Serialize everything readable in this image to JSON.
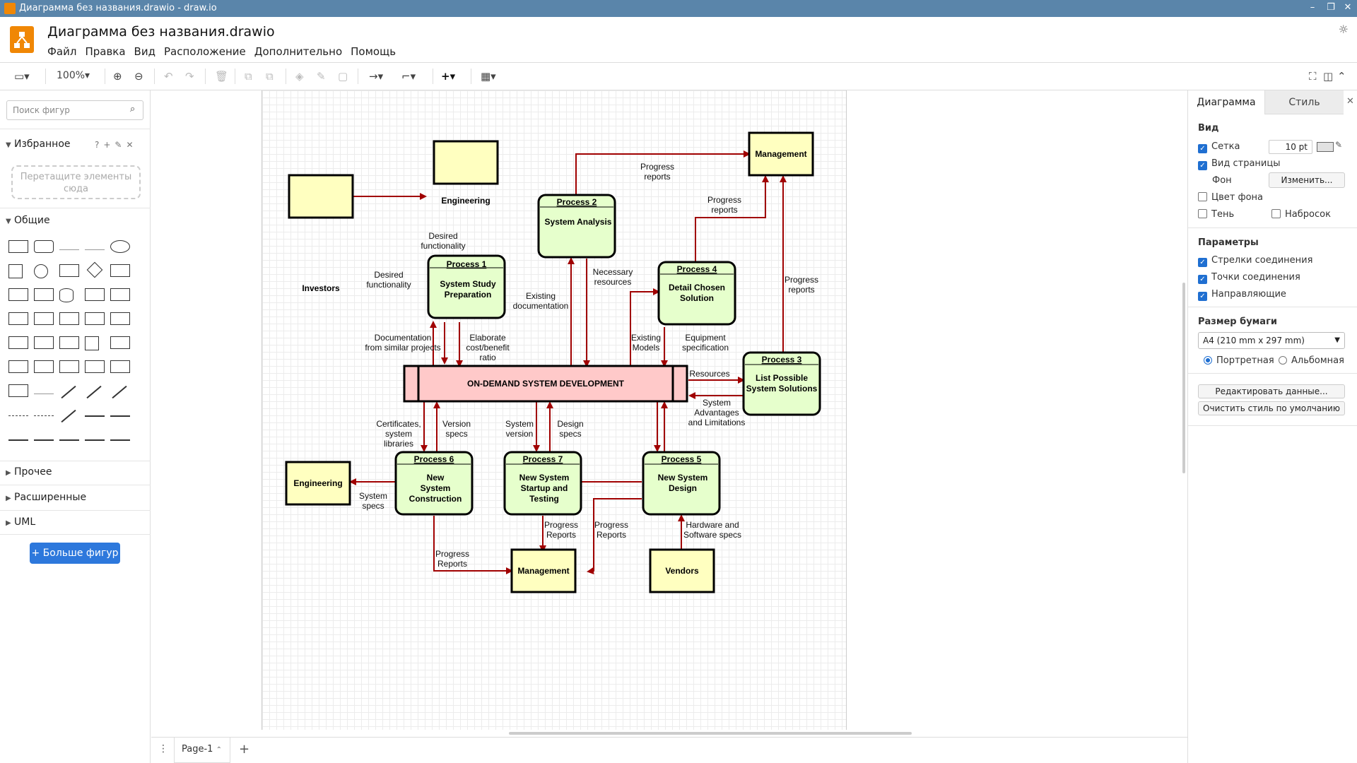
{
  "window": {
    "title": "Диаграмма без названия.drawio - draw.io"
  },
  "header": {
    "doc_title": "Диаграмма без названия.drawio"
  },
  "menu": [
    "Файл",
    "Правка",
    "Вид",
    "Расположение",
    "Дополнительно",
    "Помощь"
  ],
  "toolbar": {
    "zoom": "100%"
  },
  "left_panel": {
    "search_placeholder": "Поиск фигур",
    "favorites": "Избранное",
    "favorites_drop": "Перетащите элементы сюда",
    "general": "Общие",
    "other": "Прочее",
    "advanced": "Расширенные",
    "uml": "UML",
    "more_shapes": "+ Больше фигур"
  },
  "page_tab": "Page-1",
  "right_panel": {
    "tab_diagram": "Диаграмма",
    "tab_style": "Стиль",
    "view_head": "Вид",
    "grid": "Сетка",
    "grid_size": "10 pt",
    "page_view": "Вид страницы",
    "background": "Фон",
    "change": "Изменить...",
    "bg_color": "Цвет фона",
    "shadow": "Тень",
    "sketch": "Набросок",
    "params_head": "Параметры",
    "conn_arrows": "Стрелки соединения",
    "conn_points": "Точки соединения",
    "guides": "Направляющие",
    "paper_head": "Размер бумаги",
    "paper_size": "A4 (210 mm x 297 mm)",
    "portrait": "Портретная",
    "landscape": "Альбомная",
    "edit_data": "Редактировать данные...",
    "clear_style": "Очистить стиль по умолчанию"
  },
  "diagram": {
    "entities": {
      "engineering_top": "Engineering",
      "investors": "Investors",
      "management_top": "Management",
      "engineering_bottom": "Engineering",
      "management_bottom": "Management",
      "vendors": "Vendors"
    },
    "processes": {
      "p1": {
        "title": "Process 1",
        "body": [
          "System Study",
          "Preparation"
        ]
      },
      "p2": {
        "title": "Process 2",
        "body": [
          "System Analysis"
        ]
      },
      "p3": {
        "title": "Process 3",
        "body": [
          "List Possible",
          "System Solutions"
        ]
      },
      "p4": {
        "title": "Process 4",
        "body": [
          "Detail Chosen",
          "Solution"
        ]
      },
      "p5": {
        "title": "Process 5",
        "body": [
          "New System",
          "Design"
        ]
      },
      "p6": {
        "title": "Process 6",
        "body": [
          "New",
          "System",
          "Construction"
        ]
      },
      "p7": {
        "title": "Process 7",
        "body": [
          "New System",
          "Startup and",
          "Testing"
        ]
      }
    },
    "store": "ON-DEMAND SYSTEM DEVELOPMENT",
    "labels": {
      "desired_func1": [
        "Desired",
        "functionality"
      ],
      "desired_func2": [
        "Desired",
        "functionality"
      ],
      "progress_top": [
        "Progress",
        "reports"
      ],
      "progress_p4": [
        "Progress",
        "reports"
      ],
      "progress_p3": [
        "Progress",
        "reports"
      ],
      "existing_doc": [
        "Existing",
        "documentation"
      ],
      "necessary_res": [
        "Necessary",
        "resources"
      ],
      "doc_similar": [
        "Documentation",
        "from similar projects"
      ],
      "elaborate": [
        "Elaborate",
        "cost/benefit",
        "ratio"
      ],
      "existing_models": [
        "Existing",
        "Models"
      ],
      "equipment_spec": [
        "Equipment",
        "specification"
      ],
      "resources": [
        "Resources"
      ],
      "sys_adv": [
        "System",
        "Advantages",
        "and Limitations"
      ],
      "certificates": [
        "Certificates,",
        "system",
        "libraries"
      ],
      "version_specs": [
        "Version",
        "specs"
      ],
      "system_version": [
        "System",
        "version"
      ],
      "design_specs": [
        "Design",
        "specs"
      ],
      "system_specs": [
        "System",
        "specs"
      ],
      "progress_p7": [
        "Progress",
        "Reports"
      ],
      "progress_p5": [
        "Progress",
        "Reports"
      ],
      "progress_p6": [
        "Progress",
        "Reports"
      ],
      "hw_sw": [
        "Hardware and",
        "Software specs"
      ]
    }
  }
}
